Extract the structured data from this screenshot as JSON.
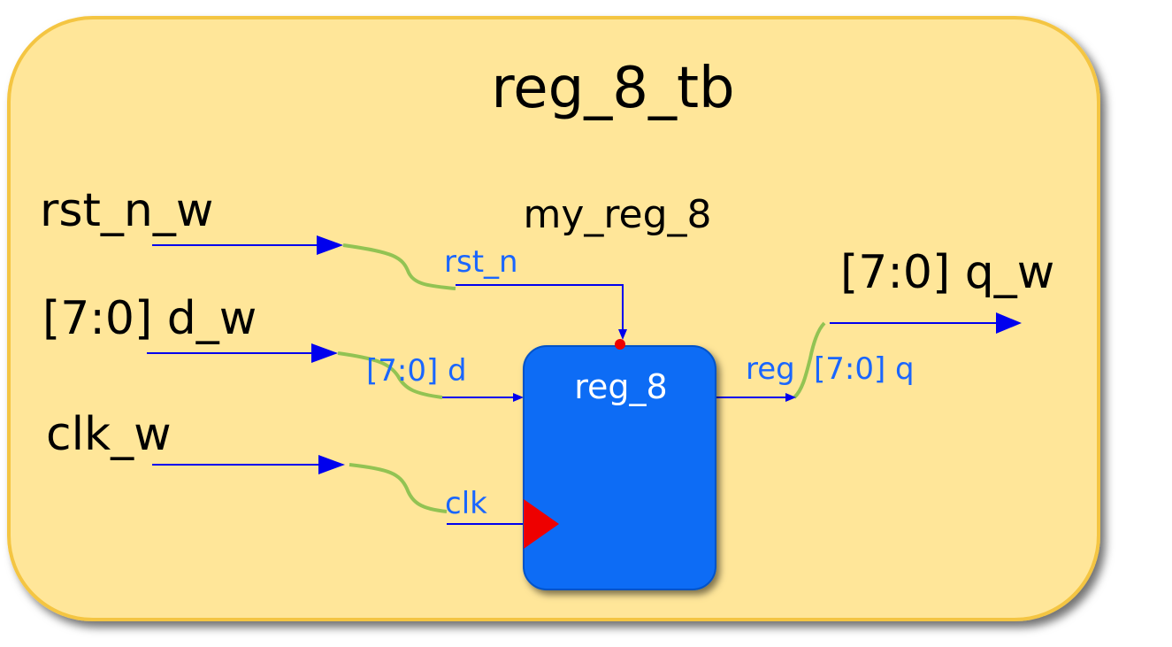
{
  "testbench": {
    "title": "reg_8_tb"
  },
  "instance": {
    "name": "my_reg_8"
  },
  "module": {
    "name": "reg_8"
  },
  "signals": {
    "rst": "rst_n_w",
    "d": "[7:0] d_w",
    "clk": "clk_w",
    "q": "[7:0] q_w"
  },
  "ports": {
    "rst": "rst_n",
    "d": "[7:0] d",
    "clk": "clk",
    "reg": "reg",
    "q": "[7:0] q"
  },
  "colors": {
    "container_fill": "#ffe699",
    "container_border": "#f4c542",
    "wire": "#0000ee",
    "module_fill": "#0a6cf5",
    "clock_marker": "#ee0000",
    "reset_dot": "#ee0000",
    "connector": "#92c353"
  }
}
